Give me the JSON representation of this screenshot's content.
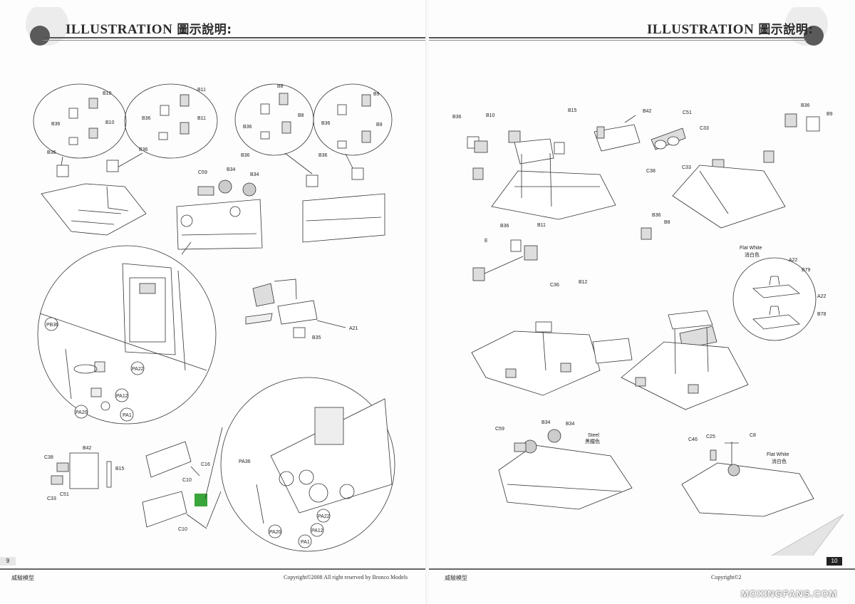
{
  "header": {
    "title_en": "ILLUSTRATION",
    "title_cn": "圖示說明:"
  },
  "left_page": {
    "page_number": "9",
    "footer_brand": "威駿模型",
    "footer_copyright": "Copyright©2008  All right reserved by Bronco Models",
    "labels": {
      "b10": "B10",
      "b11": "B11",
      "b8": "B8",
      "b9": "B9",
      "b36": "B36",
      "c59": "C59",
      "b34": "B34",
      "pb36": "PB36",
      "pa22": "PA22",
      "pa12": "PA12",
      "pa20": "PA20",
      "pa1": "PA1",
      "a21": "A21",
      "b35": "B35",
      "c38": "C38",
      "b42": "B42",
      "b15": "B15",
      "c51": "C51",
      "c33": "C33",
      "c16": "C16",
      "c10": "C10",
      "pa36": "PA36"
    }
  },
  "right_page": {
    "page_number": "10",
    "footer_brand": "威駿模型",
    "footer_copyright": "Copyright©2",
    "labels": {
      "b36": "B36",
      "b10": "B10",
      "b15": "B15",
      "b42": "B42",
      "c51": "C51",
      "c33": "C33",
      "c38": "C38",
      "b9": "B9",
      "b8": "B8",
      "b11": "B11",
      "e": "E",
      "a22": "A22",
      "b79": "B79",
      "b78": "B78",
      "c36": "C36",
      "b12": "B12",
      "c59": "C59",
      "b34": "B34",
      "c46": "C46",
      "c25": "C25",
      "c8": "C8"
    },
    "paint_notes": {
      "flat_white_en": "Flat White",
      "flat_white_cn": "消白色",
      "steel_en": "Steel",
      "steel_cn": "黑鐵色"
    }
  },
  "watermark": "MOXINGFANS.COM",
  "colors": {
    "accent_green": "#3aa53a",
    "ink": "#222222",
    "rule": "#555555"
  }
}
